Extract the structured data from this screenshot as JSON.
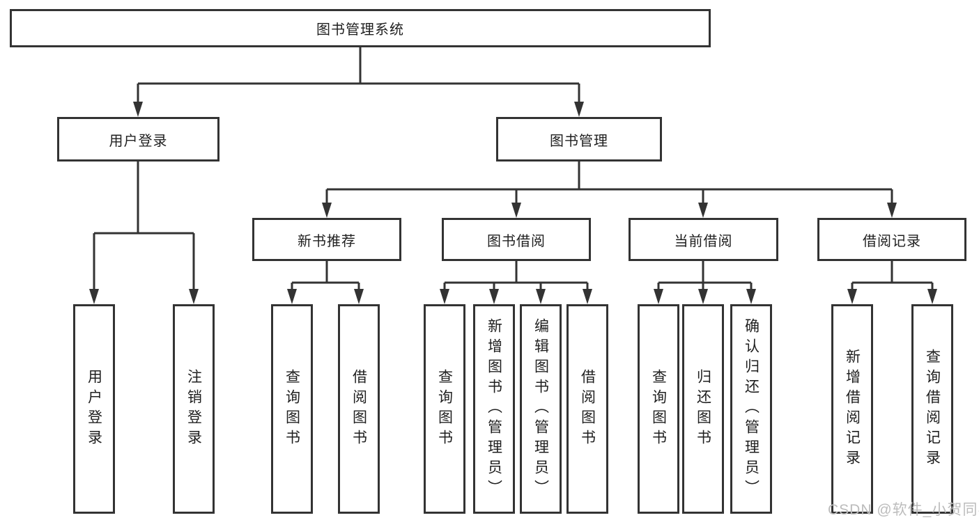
{
  "nodes": {
    "root": "图书管理系统",
    "user_login": "用户登录",
    "book_management": "图书管理",
    "new_books": "新书推荐",
    "book_borrow": "图书借阅",
    "current_borrow": "当前借阅",
    "borrow_records": "借阅记录"
  },
  "leaves": {
    "user_login": [
      "用户登录",
      "注销登录"
    ],
    "new_books": [
      "查询图书",
      "借阅图书"
    ],
    "book_borrow": [
      "查询图书",
      "新增图书（管理员）",
      "编辑图书（管理员）",
      "借阅图书"
    ],
    "current_borrow": [
      "查询图书",
      "归还图书",
      "确认归还（管理员）"
    ],
    "borrow_records": [
      "新增借阅记录",
      "查询借阅记录"
    ]
  },
  "watermark": "CSDN @软件_小贺同学",
  "colors": {
    "line": "#333333",
    "text": "#1f1f1f",
    "watermark": "#bcbcbc",
    "background": "#ffffff"
  }
}
